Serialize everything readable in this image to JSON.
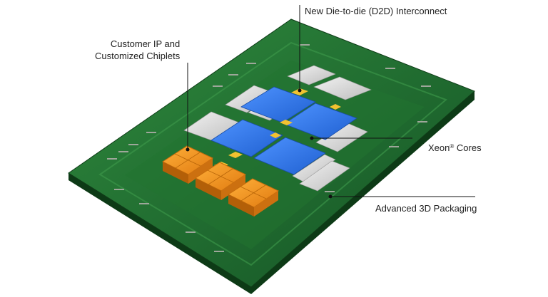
{
  "labels": {
    "d2d": "New Die-to-die (D2D) Interconnect",
    "customer_line1": "Customer IP and",
    "customer_line2": "Customized Chiplets",
    "xeon_name": "Xeon",
    "xeon_mark": "®",
    "xeon_cores": " Cores",
    "packaging": "Advanced 3D Packaging"
  },
  "colors": {
    "substrate": "#1f6b2e",
    "substrate_dark": "#0f3d18",
    "xeon_tile": "#2a6fe0",
    "chiplet": "#f08c1a",
    "io_tile": "#d9d9d9",
    "d2d_bridge": "#f2c230",
    "leader_line": "#111111"
  }
}
